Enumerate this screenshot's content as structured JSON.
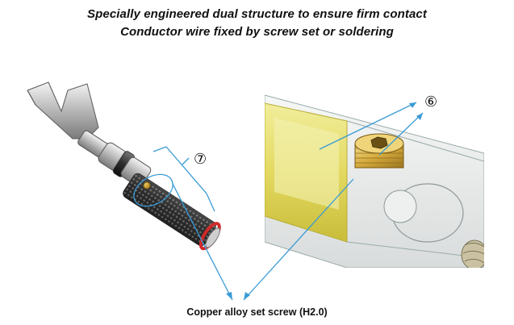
{
  "headline": {
    "line1": "Specially engineered dual structure to ensure firm contact",
    "line2": "Conductor wire fixed by screw set or soldering"
  },
  "callouts": {
    "left_marker": "⑦",
    "right_marker": "⑥"
  },
  "caption": "Copper alloy set screw (H2.0)",
  "colors": {
    "accent_line": "#3a9bd6",
    "metal": "#c8c8c8",
    "red_ring": "#d12a2a",
    "gold_screw": "#d8b24a",
    "yellow_insert": "#e8e07a"
  }
}
